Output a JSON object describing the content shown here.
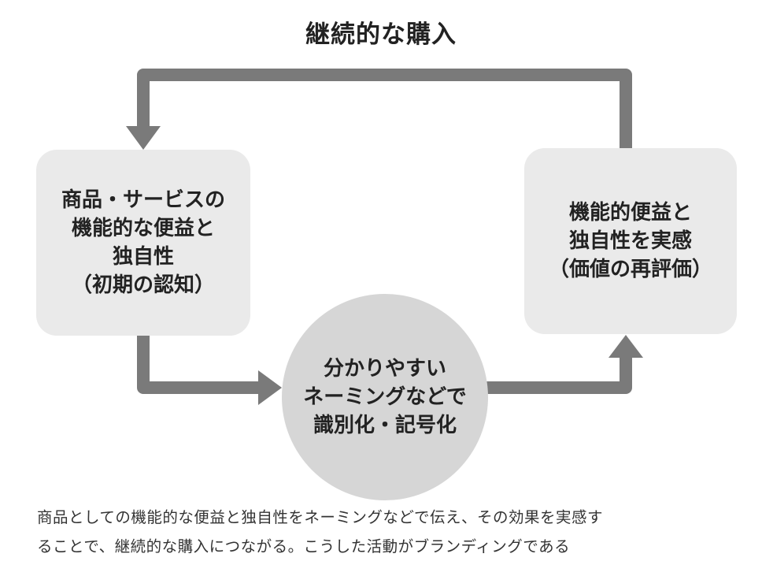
{
  "title": "継続的な購入",
  "nodes": {
    "left": [
      "商品・サービスの",
      "機能的な便益と",
      "独自性",
      "（初期の認知）"
    ],
    "center": [
      "分かりやすい",
      "ネーミングなどで",
      "識別化・記号化"
    ],
    "right": [
      "機能的便益と",
      "独自性を実感",
      "（価値の再評価）"
    ]
  },
  "caption": [
    "商品としての機能的な便益と独自性をネーミングなどで伝え、その効果を実感す",
    "ることで、継続的な購入につながる。こうした活動がブランディングである"
  ],
  "colors": {
    "arrow": "#7a7a7a",
    "box": "#eaeaea",
    "circle": "#d6d6d6"
  }
}
